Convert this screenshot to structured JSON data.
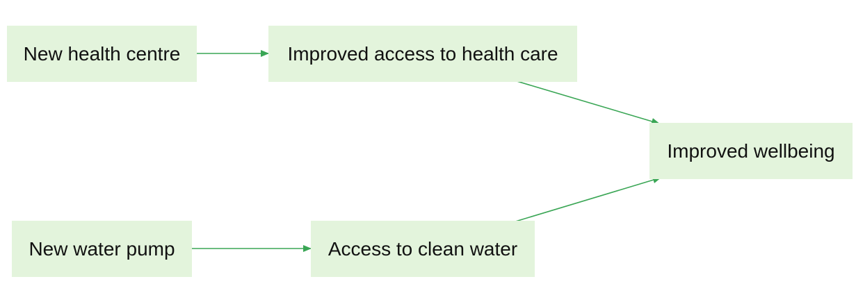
{
  "diagram": {
    "nodes": {
      "new_health_centre": "New health centre",
      "improved_access_health_care": "Improved access to health care",
      "improved_wellbeing": "Improved wellbeing",
      "new_water_pump": "New water pump",
      "access_clean_water": "Access to clean water"
    },
    "edges": [
      {
        "from": "new_health_centre",
        "to": "improved_access_health_care"
      },
      {
        "from": "improved_access_health_care",
        "to": "improved_wellbeing"
      },
      {
        "from": "new_water_pump",
        "to": "access_clean_water"
      },
      {
        "from": "access_clean_water",
        "to": "improved_wellbeing"
      }
    ],
    "colors": {
      "node_fill": "#e3f4dc",
      "edge": "#3aa655",
      "text": "#111111"
    }
  }
}
